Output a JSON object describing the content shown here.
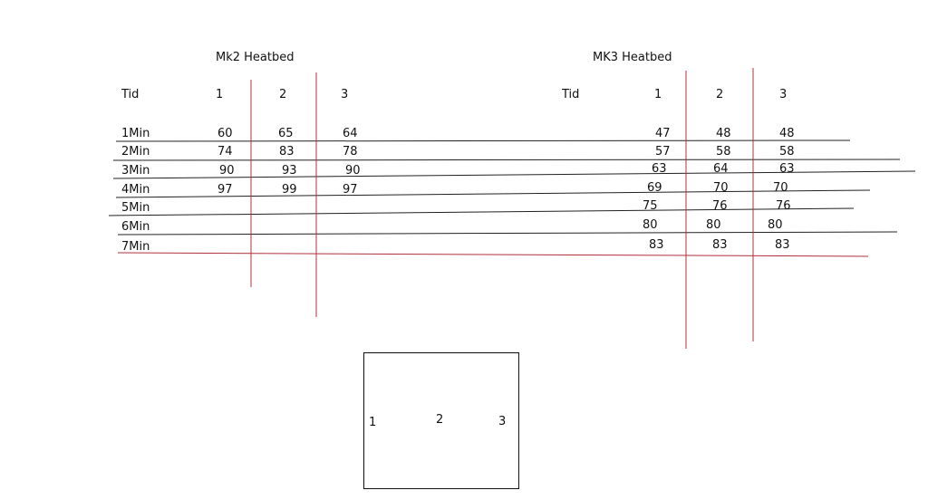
{
  "mk2": {
    "title": "Mk2 Heatbed",
    "header": [
      "Tid",
      "1",
      "2",
      "3"
    ],
    "rows": [
      {
        "time": "1Min",
        "values": [
          "60",
          "65",
          "64"
        ]
      },
      {
        "time": "2Min",
        "values": [
          "74",
          "83",
          "78"
        ]
      },
      {
        "time": "3Min",
        "values": [
          "90",
          "93",
          "90"
        ]
      },
      {
        "time": "4Min",
        "values": [
          "97",
          "99",
          "97"
        ]
      },
      {
        "time": "5Min",
        "values": [
          "",
          "",
          ""
        ]
      },
      {
        "time": "6Min",
        "values": [
          "",
          "",
          ""
        ]
      },
      {
        "time": "7Min",
        "values": [
          "",
          "",
          ""
        ]
      }
    ]
  },
  "mk3": {
    "title": "MK3 Heatbed",
    "header": [
      "Tid",
      "1",
      "2",
      "3"
    ],
    "rows": [
      {
        "values": [
          "47",
          "48",
          "48"
        ]
      },
      {
        "values": [
          "57",
          "58",
          "58"
        ]
      },
      {
        "values": [
          "63",
          "64",
          "63"
        ]
      },
      {
        "values": [
          "69",
          "70",
          "70"
        ]
      },
      {
        "values": [
          "75",
          "76",
          "76"
        ]
      },
      {
        "values": [
          "80",
          "80",
          "80"
        ]
      },
      {
        "values": [
          "83",
          "83",
          "83"
        ]
      }
    ]
  },
  "bed_diagram": {
    "labels": [
      "1",
      "2",
      "3"
    ]
  },
  "colors": {
    "grid_red": "#b0303a",
    "line": "#222222"
  }
}
